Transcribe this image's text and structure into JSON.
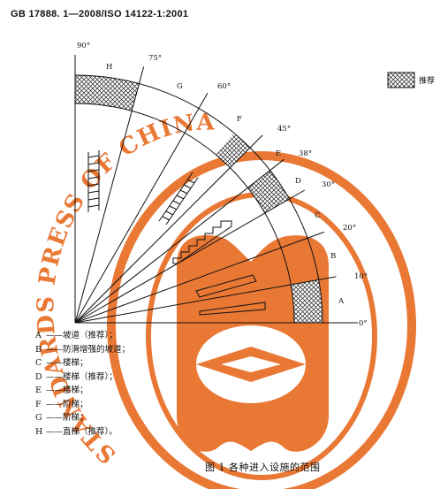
{
  "document": {
    "header_code": "GB 17888. 1—2008/ISO 14122-1:2001",
    "caption": "图 1  各种进入设施的范围",
    "key_label": "推荐",
    "angle_labels": {
      "a90": "90°",
      "a75": "75°",
      "a60": "60°",
      "a45": "45°",
      "a38": "38°",
      "a30": "30°",
      "a20": "20°",
      "a10": "10°",
      "a0": "0°"
    },
    "zone_letters": {
      "H": "H",
      "G": "G",
      "F": "F",
      "E": "E",
      "D": "D",
      "C": "C",
      "B": "B",
      "A": "A"
    },
    "legend": [
      {
        "key": "A",
        "text": "——坡道（推荐）；"
      },
      {
        "key": "B",
        "text": "——防滑增强的坡道；"
      },
      {
        "key": "C",
        "text": "——楼梯；"
      },
      {
        "key": "D",
        "text": "——楼梯（推荐）；"
      },
      {
        "key": "E",
        "text": "——楼梯；"
      },
      {
        "key": "F",
        "text": "——阶梯；"
      },
      {
        "key": "G",
        "text": "——阶梯；"
      },
      {
        "key": "H",
        "text": "——直梯（推荐）。"
      }
    ],
    "watermark": {
      "text": "STANDARDS PRESS OF CHINA",
      "color": "#e8712a"
    },
    "colors": {
      "ink": "#111111",
      "hatch": "#222222",
      "watermark": "#e8712a"
    }
  }
}
